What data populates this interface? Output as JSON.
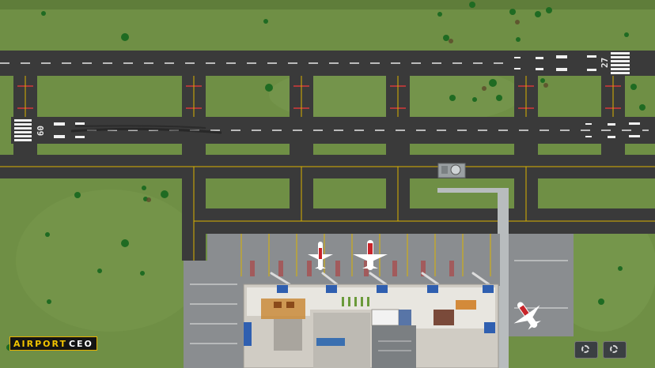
{
  "game": {
    "logo_part1": "AIRPORT",
    "logo_part2": "CEO"
  },
  "runways": {
    "north_number": "27",
    "south_number": "09"
  },
  "icons": {
    "settings_left": "gear-icon",
    "settings_right": "gear-icon",
    "tower": "control-tower-icon"
  },
  "colors": {
    "grass": "#6f8f45",
    "asphalt": "#3a3a3a",
    "apron": "#8a8d90",
    "taxi_line": "#d9b300",
    "terminal_floor": "#e8e6e0",
    "aircraft_livery": "#c8242a"
  }
}
